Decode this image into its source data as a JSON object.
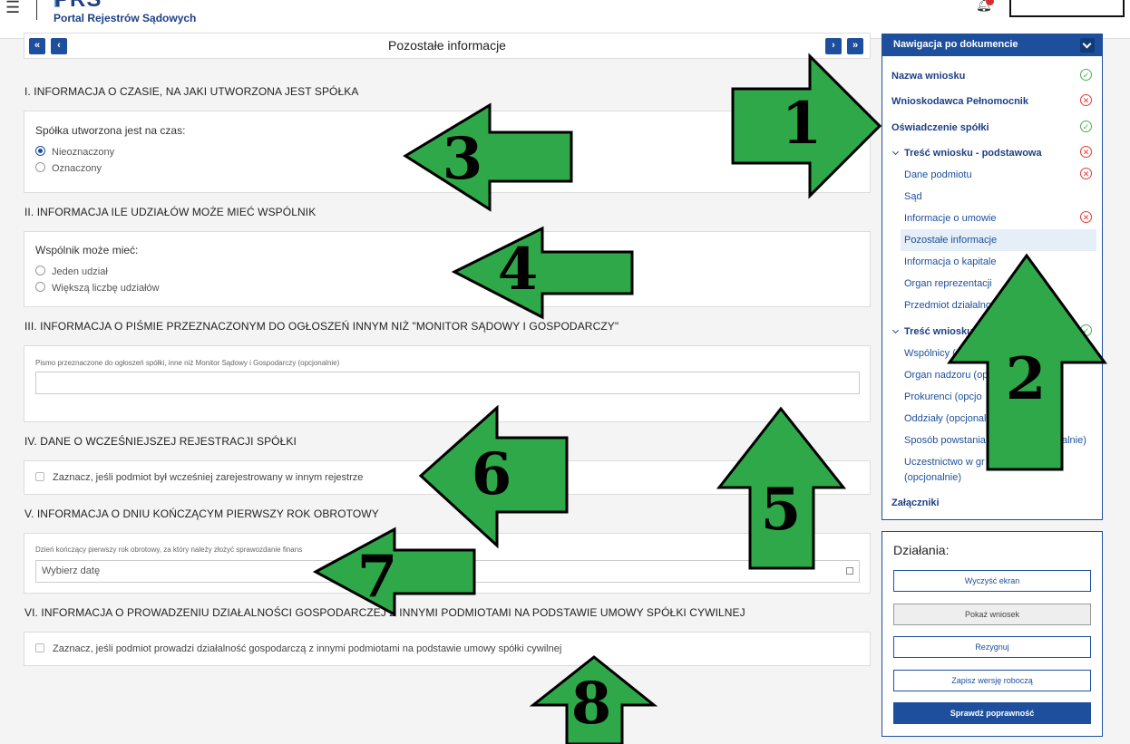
{
  "header": {
    "logo_text": "PRS",
    "logo_subtitle": "Portal Rejestrów Sądowych"
  },
  "page": {
    "title": "Pozostałe informacje",
    "nav_first": "«",
    "nav_prev": "‹",
    "nav_next": "›",
    "nav_last": "»"
  },
  "sections": {
    "s1": {
      "title": "I. INFORMACJA O CZASIE, NA JAKI UTWORZONA JEST SPÓŁKA",
      "label": "Spółka utworzona jest na czas:",
      "options": [
        "Nieoznaczony",
        "Oznaczony"
      ],
      "selected": "Nieoznaczony"
    },
    "s2": {
      "title": "II. INFORMACJA ILE UDZIAŁÓW MOŻE MIEĆ WSPÓLNIK",
      "label": "Wspólnik może mieć:",
      "options": [
        "Jeden udział",
        "Większą liczbę udziałów"
      ]
    },
    "s3": {
      "title": "III. INFORMACJA O PIŚMIE PRZEZNACZONYM DO OGŁOSZEŃ INNYM NIŻ \"MONITOR SĄDOWY I GOSPODARCZY\"",
      "field_label": "Pismo przeznaczone do ogłoszeń spółki, inne niż Monitor Sądowy i Gospodarczy (opcjonalnie)",
      "value": ""
    },
    "s4": {
      "title": "IV. DANE O WCZEŚNIEJSZEJ REJESTRACJI SPÓŁKI",
      "checkbox_label": "Zaznacz, jeśli podmiot był wcześniej zarejestrowany w innym rejestrze"
    },
    "s5": {
      "title": "V. INFORMACJA O DNIU KOŃCZĄCYM PIERWSZY ROK OBROTOWY",
      "field_label": "Dzień kończący pierwszy rok obrotowy, za który należy złożyć sprawozdanie finans",
      "placeholder": "Wybierz datę"
    },
    "s6": {
      "title": "VI. INFORMACJA O PROWADZENIU DZIAŁALNOŚCI GOSPODARCZEJ Z INNYMI PODMIOTAMI NA PODSTAWIE UMOWY SPÓŁKI CYWILNEJ",
      "checkbox_label": "Zaznacz, jeśli podmiot prowadzi działalność gospodarczą z innymi podmiotami na podstawie umowy spółki cywilnej"
    }
  },
  "side_nav": {
    "header": "Nawigacja po dokumencie",
    "items": [
      {
        "label": "Nazwa wniosku",
        "status": "ok"
      },
      {
        "label": "Wnioskodawca Pełnomocnik",
        "status": "err"
      },
      {
        "label": "Oświadczenie spółki",
        "status": "ok"
      },
      {
        "label": "Treść wniosku - podstawowa",
        "status": "err"
      },
      {
        "label": "Dane podmiotu",
        "status": "err"
      },
      {
        "label": "Sąd",
        "status": ""
      },
      {
        "label": "Informacje o umowie",
        "status": "err"
      },
      {
        "label": "Pozostałe informacje",
        "status": ""
      },
      {
        "label": "Informacja o kapitale",
        "status": ""
      },
      {
        "label": "Organ reprezentacji",
        "status": ""
      },
      {
        "label": "Przedmiot działalno",
        "status": ""
      },
      {
        "label": "Treść wniosku",
        "status": "ok"
      },
      {
        "label": "Wspólnicy (",
        "status": ""
      },
      {
        "label": "Organ nadzoru (op",
        "status": ""
      },
      {
        "label": "Prokurenci (opcjo",
        "status": ""
      },
      {
        "label": "Oddziały (opcjonal",
        "status": ""
      },
      {
        "label": "Sposób powstania",
        "status": ""
      },
      {
        "label": "alnie)",
        "status": ""
      },
      {
        "label": "Uczestnictwo w gr",
        "status": ""
      },
      {
        "label": "(opcjonalnie)",
        "status": ""
      },
      {
        "label": "Załączniki",
        "status": ""
      }
    ]
  },
  "actions": {
    "title": "Działania:",
    "clear": "Wyczyść ekran",
    "show": "Pokaż wniosek",
    "cancel": "Rezygnuj",
    "save_draft": "Zapisz wersję roboczą",
    "validate": "Sprawdź poprawność"
  },
  "annotations": {
    "arrow_color": "#2fa84a",
    "labels": [
      "1",
      "2",
      "3",
      "4",
      "5",
      "6",
      "7",
      "8"
    ]
  }
}
